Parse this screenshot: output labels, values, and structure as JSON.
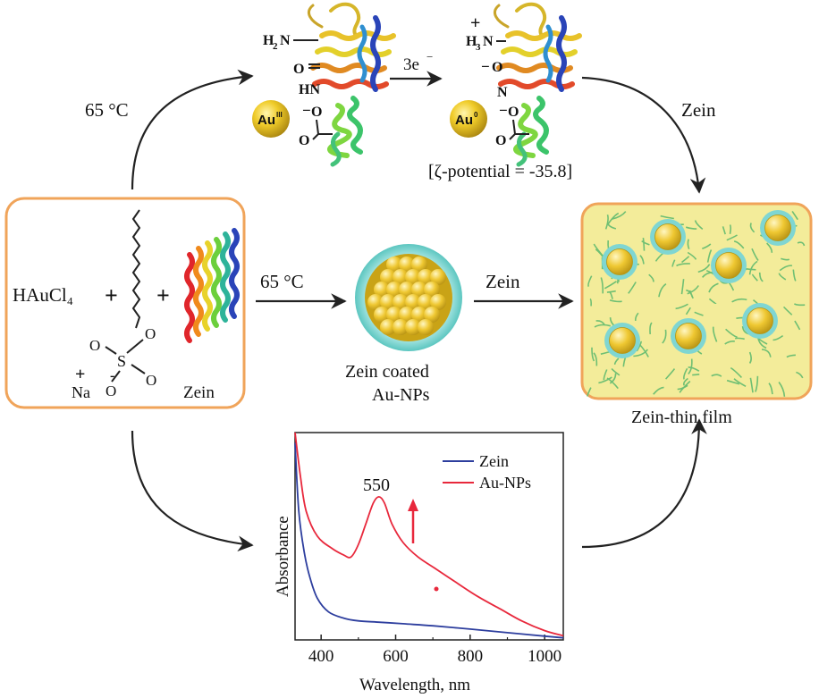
{
  "colors": {
    "box_border": "#f0a45a",
    "arrow": "#222222",
    "gold": "#e8c21e",
    "shell": "#7fd6d2",
    "film_bg": "#f3ec9a",
    "film_fiber": "#6fbf73",
    "zein_curve": "#2d3e9e",
    "aunp_curve": "#e8283c"
  },
  "top_pathway": {
    "temp_label": "65 °C",
    "amine_left": "H",
    "amine_left_sub": "2",
    "amine_left_n": "N",
    "amide_o": "O",
    "amide_hn": "HN",
    "carboxylate_o1": "O",
    "carboxylate_o2": "O",
    "charge_minus": "−",
    "charge_plus": "+",
    "au_left": "Au",
    "au_left_sup": "III",
    "electrons": "3e",
    "electrons_sup": "−",
    "amine_right": "H",
    "amine_right_sub": "3",
    "amine_right_n": "N",
    "imine_o": "O",
    "imine_n": "N",
    "au_right": "Au",
    "au_right_sup": "0",
    "zeta": "[ζ-potential = -35.8]",
    "zein_label": "Zein"
  },
  "reactants": {
    "haucl4": "HAuCl₄",
    "plus1": "+",
    "plus2": "+",
    "sulfate_o1": "O",
    "sulfate_o2": "O",
    "sulfate_o3": "O",
    "sulfate_o4": "O",
    "sulfur": "S",
    "sodium": "Na",
    "na_charge": "+",
    "o_charge": "-",
    "zein_label": "Zein"
  },
  "middle": {
    "temp_label": "65 °C",
    "np_line1": "Zein coated",
    "np_line2": "Au-NPs",
    "zein_label": "Zein"
  },
  "film": {
    "label": "Zein-thin film"
  },
  "chart_data": {
    "type": "line",
    "xlabel": "Wavelength, nm",
    "ylabel": "Absorbance",
    "xlim": [
      330,
      1050
    ],
    "ylim": [
      0,
      1
    ],
    "x_ticks": [
      400,
      600,
      800,
      1000
    ],
    "legend": "top-right",
    "annotation": "550",
    "series": [
      {
        "name": "Zein",
        "color": "#2d3e9e",
        "x": [
          330,
          340,
          355,
          370,
          390,
          420,
          460,
          500,
          560,
          620,
          700,
          800,
          900,
          1000,
          1050
        ],
        "y": [
          0.95,
          0.62,
          0.42,
          0.3,
          0.2,
          0.135,
          0.105,
          0.092,
          0.085,
          0.078,
          0.068,
          0.052,
          0.035,
          0.018,
          0.01
        ]
      },
      {
        "name": "Au-NPs",
        "color": "#e8283c",
        "x": [
          330,
          345,
          360,
          390,
          430,
          460,
          480,
          500,
          520,
          540,
          555,
          570,
          590,
          620,
          660,
          710,
          760,
          820,
          880,
          940,
          1000,
          1050
        ],
        "y": [
          1.0,
          0.78,
          0.62,
          0.5,
          0.44,
          0.41,
          0.4,
          0.46,
          0.56,
          0.66,
          0.69,
          0.66,
          0.56,
          0.47,
          0.4,
          0.34,
          0.28,
          0.21,
          0.15,
          0.09,
          0.045,
          0.02
        ]
      }
    ]
  }
}
